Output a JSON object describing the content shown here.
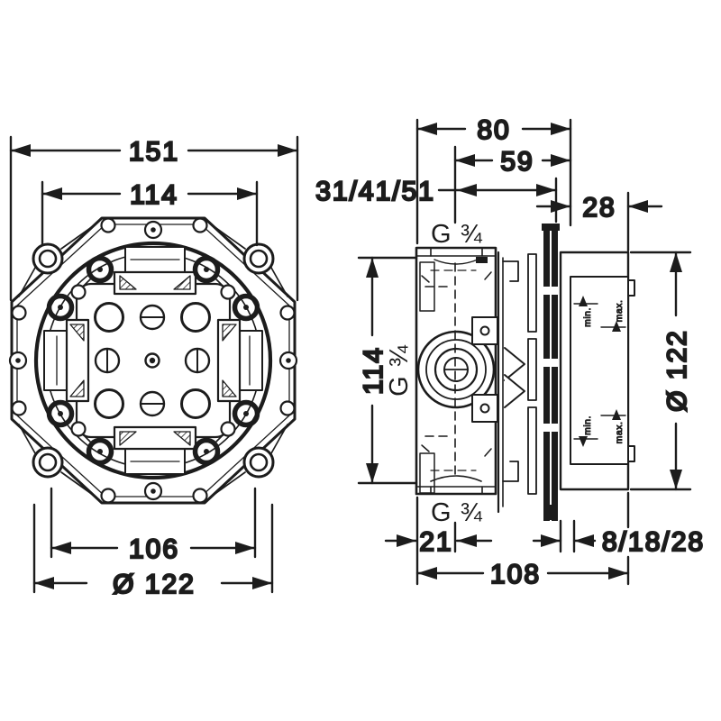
{
  "drawing": {
    "title": "concealed-installation-unit-technical-drawing",
    "line_color": "#1c1c1c",
    "background": "#ffffff",
    "front_view": {
      "dim_overall_width": "151",
      "dim_inner_width": "114",
      "dim_lower_width": "106",
      "dim_diameter": "Ø 122"
    },
    "side_view": {
      "dim_depth_overall": "80",
      "dim_depth_inner": "59",
      "dim_install_depth_options": "31/41/51",
      "dim_cover_depth": "28",
      "dim_height": "114",
      "dim_diameter": "Ø 122",
      "dim_bottom_offset": "21",
      "dim_wall_distance_options": "8/18/28",
      "dim_total_depth": "108",
      "thread_label_top": "G ¾",
      "thread_label_side": "G ¾",
      "thread_label_bottom": "G ¾",
      "marker_min": "min.",
      "marker_max": "max."
    }
  }
}
